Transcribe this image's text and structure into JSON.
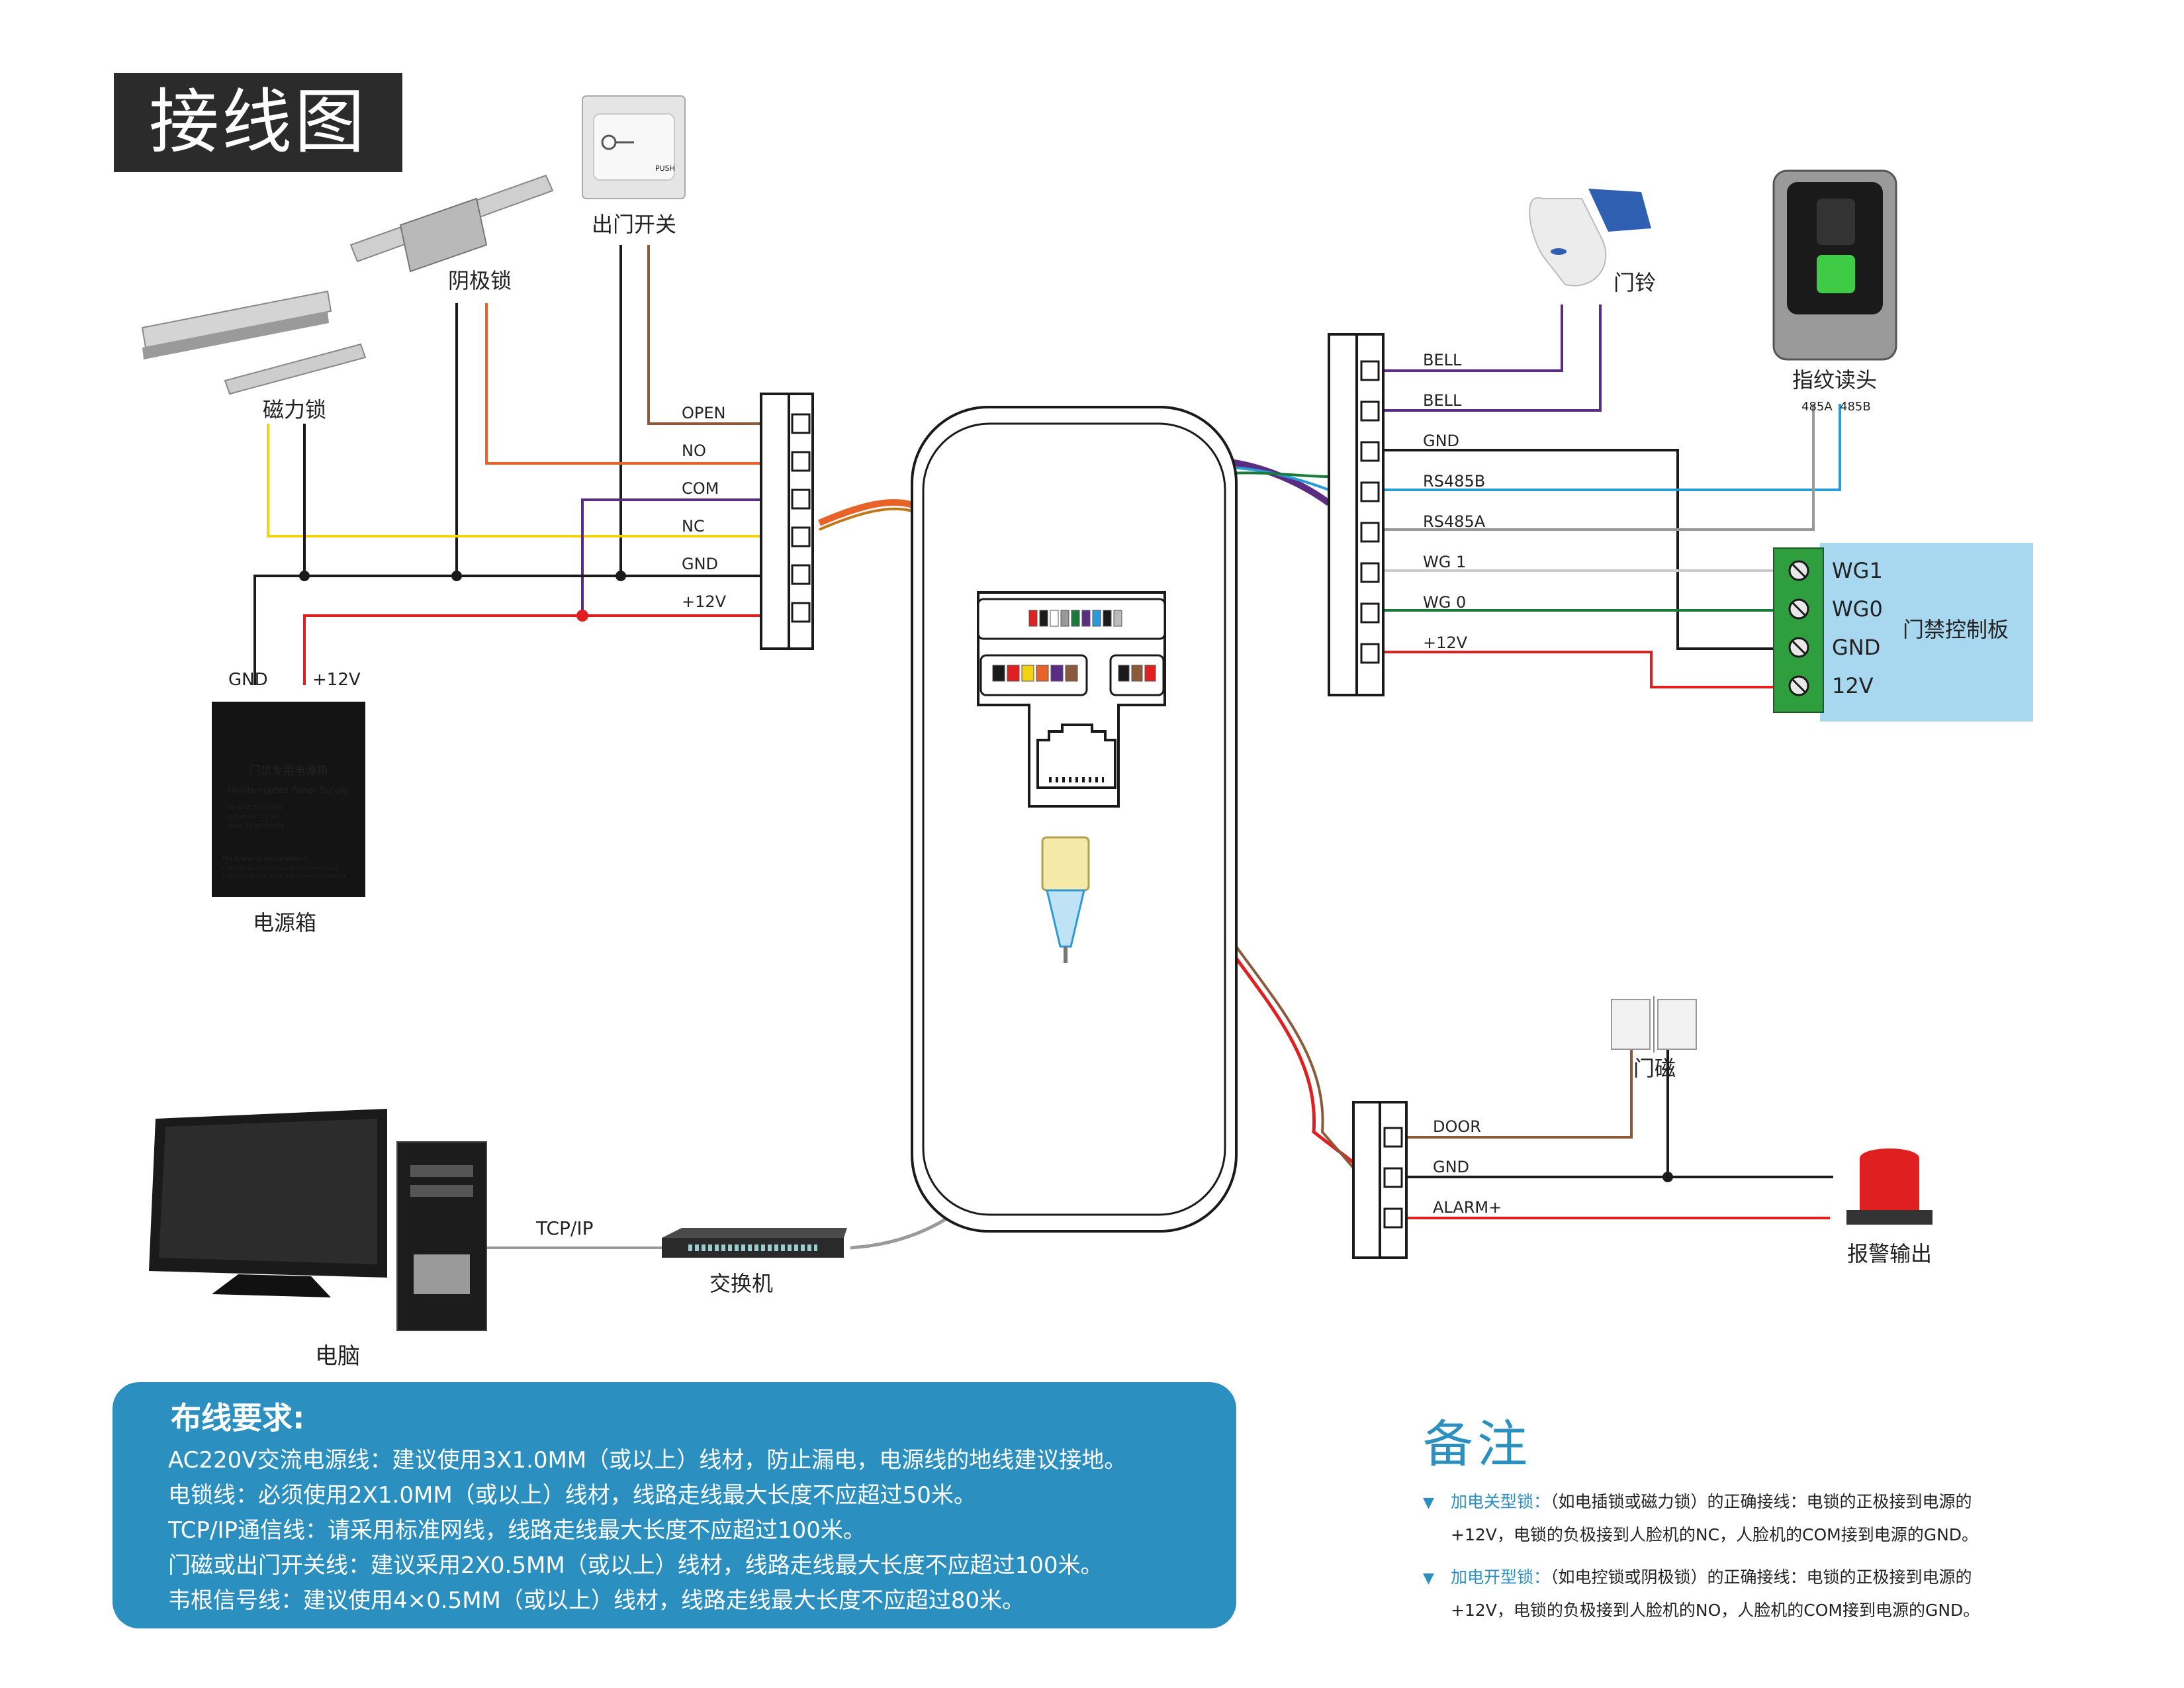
{
  "title": "接线图",
  "left_terminal": {
    "pins": [
      "OPEN",
      "NO",
      "COM",
      "NC",
      "GND",
      "+12V"
    ]
  },
  "right_terminal": {
    "pins": [
      "BELL",
      "BELL",
      "GND",
      "RS485B",
      "RS485A",
      "WG 1",
      "WG 0",
      "+12V"
    ]
  },
  "alarm_terminal": {
    "pins": [
      "DOOR",
      "GND",
      "ALARM+"
    ]
  },
  "devices": {
    "exit_button": "出门开关",
    "strike_lock": "阴极锁",
    "mag_lock": "磁力锁",
    "power_box": "电源箱",
    "doorbell": "门铃",
    "fingerprint_reader": "指纹读头",
    "access_controller": "门禁控制板",
    "door_sensor": "门磁",
    "alarm_output": "报警输出",
    "switch": "交换机",
    "computer": "电脑"
  },
  "power_box_print": {
    "title_cn": "门禁专用电源箱",
    "title_en": "Uninterrupted Power Supply",
    "spec1": "Input: AC 220V 50Hz",
    "spec2": "Output: DC 12V 3A",
    "spec3": "Model: FC-803A/003A",
    "note1": "The following two conditions:",
    "note2": "1. This device may not cause harmful interference",
    "note3": "2. This device must accept any interference received"
  },
  "power_labels": {
    "gnd": "GND",
    "v12": "+12V"
  },
  "exit_button_print": "PUSH",
  "reader_labels": {
    "a": "485A",
    "b": "485B"
  },
  "controller_pins": [
    "WG1",
    "WG0",
    "GND",
    "12V"
  ],
  "network_label": "TCP/IP",
  "wiring_requirements": {
    "title": "布线要求:",
    "lines": [
      "AC220V交流电源线：建议使用3X1.0MM（或以上）线材，防止漏电，电源线的地线建议接地。",
      "电锁线：必须使用2X1.0MM（或以上）线材，线路走线最大长度不应超过50米。",
      "TCP/IP通信线：请采用标准网线，线路走线最大长度不应超过100米。",
      "门磁或出门开关线：建议采用2X0.5MM（或以上）线材，线路走线最大长度不应超过100米。",
      "韦根信号线：建议使用4×0.5MM（或以上）线材，线路走线最大长度不应超过80米。"
    ]
  },
  "notes": {
    "title": "备注",
    "items": [
      {
        "label": "加电关型锁：",
        "line1": "（如电插锁或磁力锁）的正确接线：电锁的正极接到电源的",
        "line2": "+12V，电锁的负极接到人脸机的NC，人脸机的COM接到电源的GND。"
      },
      {
        "label": "加电开型锁：",
        "line1": "（如电控锁或阴极锁）的正确接线：电锁的正极接到电源的",
        "line2": "+12V，电锁的负极接到人脸机的NO，人脸机的COM接到电源的GND。"
      }
    ]
  },
  "colors": {
    "red": "#e02020",
    "black": "#1a1a1a",
    "yellow": "#f2d313",
    "brown": "#8a5a3a",
    "orange": "#e8632a",
    "purple": "#5a2d82",
    "blue": "#2a9ad8",
    "gray": "#999999",
    "green": "#1a7a3a",
    "accent": "#2b8fc0",
    "panel": "#a8d8ef",
    "terminal_green": "#2e9e3e"
  }
}
